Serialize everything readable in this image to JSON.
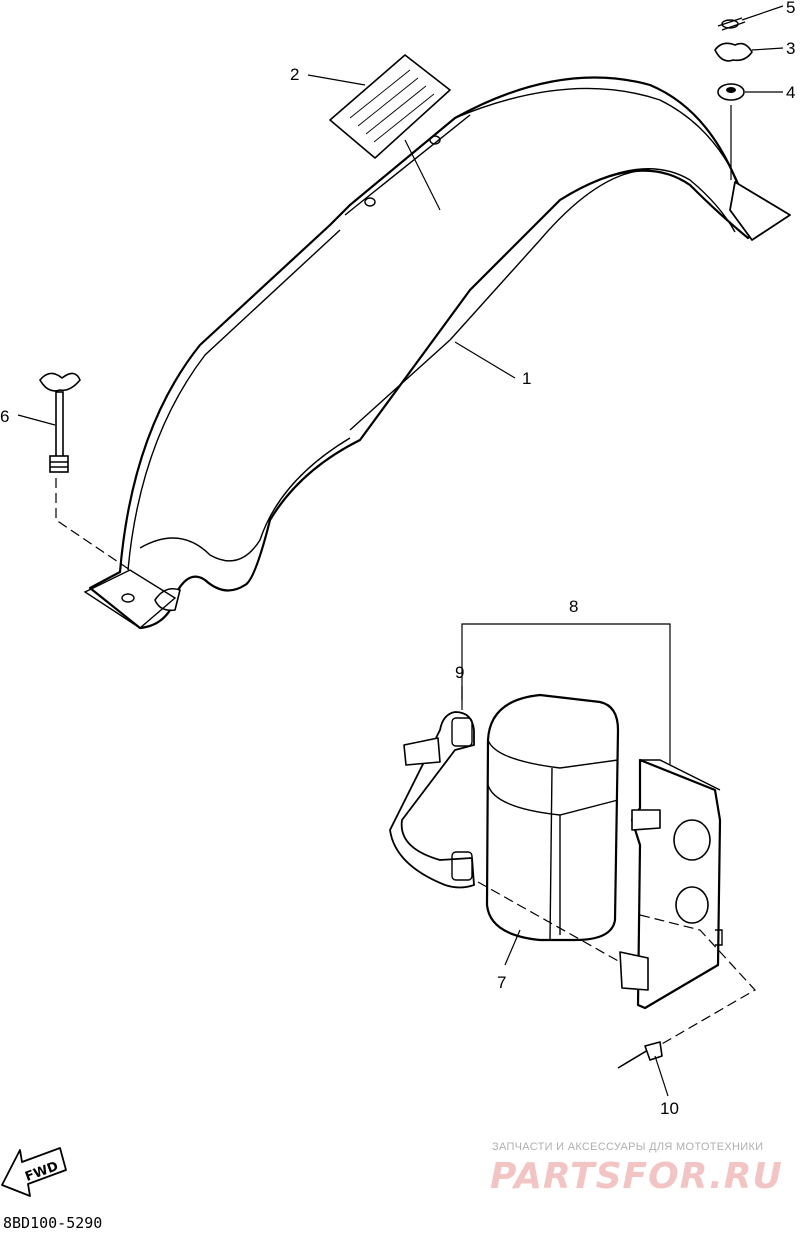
{
  "diagram": {
    "callouts": [
      {
        "id": "1",
        "label": "1"
      },
      {
        "id": "2",
        "label": "2"
      },
      {
        "id": "3",
        "label": "3"
      },
      {
        "id": "4",
        "label": "4"
      },
      {
        "id": "5",
        "label": "5"
      },
      {
        "id": "6",
        "label": "6"
      },
      {
        "id": "7",
        "label": "7"
      },
      {
        "id": "8",
        "label": "8"
      },
      {
        "id": "9",
        "label": "9"
      },
      {
        "id": "10",
        "label": "10"
      }
    ],
    "fwd_label": "FWD",
    "drawing_code": "8BD100-5290"
  },
  "watermark": {
    "tagline": "ЗАПЧАСТИ И АКСЕССУАРЫ ДЛЯ МОТОТЕХНИКИ",
    "brand": "PARTSFOR.RU"
  }
}
